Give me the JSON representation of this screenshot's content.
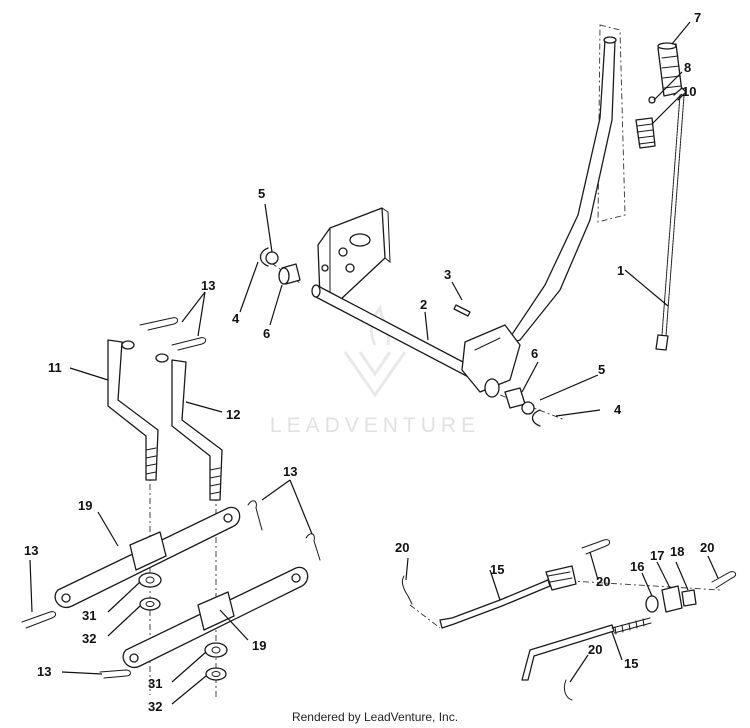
{
  "watermark": {
    "brand": "LEADVENTURE"
  },
  "footer": {
    "credit": "Rendered by LeadVenture, Inc."
  },
  "callouts": {
    "c1": "1",
    "c2": "2",
    "c3": "3",
    "c4a": "4",
    "c4b": "4",
    "c5a": "5",
    "c5b": "5",
    "c6a": "6",
    "c6b": "6",
    "c7": "7",
    "c8": "8",
    "c10": "10",
    "c11": "11",
    "c12": "12",
    "c13a": "13",
    "c13b": "13",
    "c13c": "13",
    "c13d": "13",
    "c15a": "15",
    "c15b": "15",
    "c16": "16",
    "c17": "17",
    "c18": "18",
    "c19a": "19",
    "c19b": "19",
    "c20a": "20",
    "c20b": "20",
    "c20c": "20",
    "c20d": "20",
    "c31a": "31",
    "c31b": "31",
    "c32a": "32",
    "c32b": "32"
  }
}
